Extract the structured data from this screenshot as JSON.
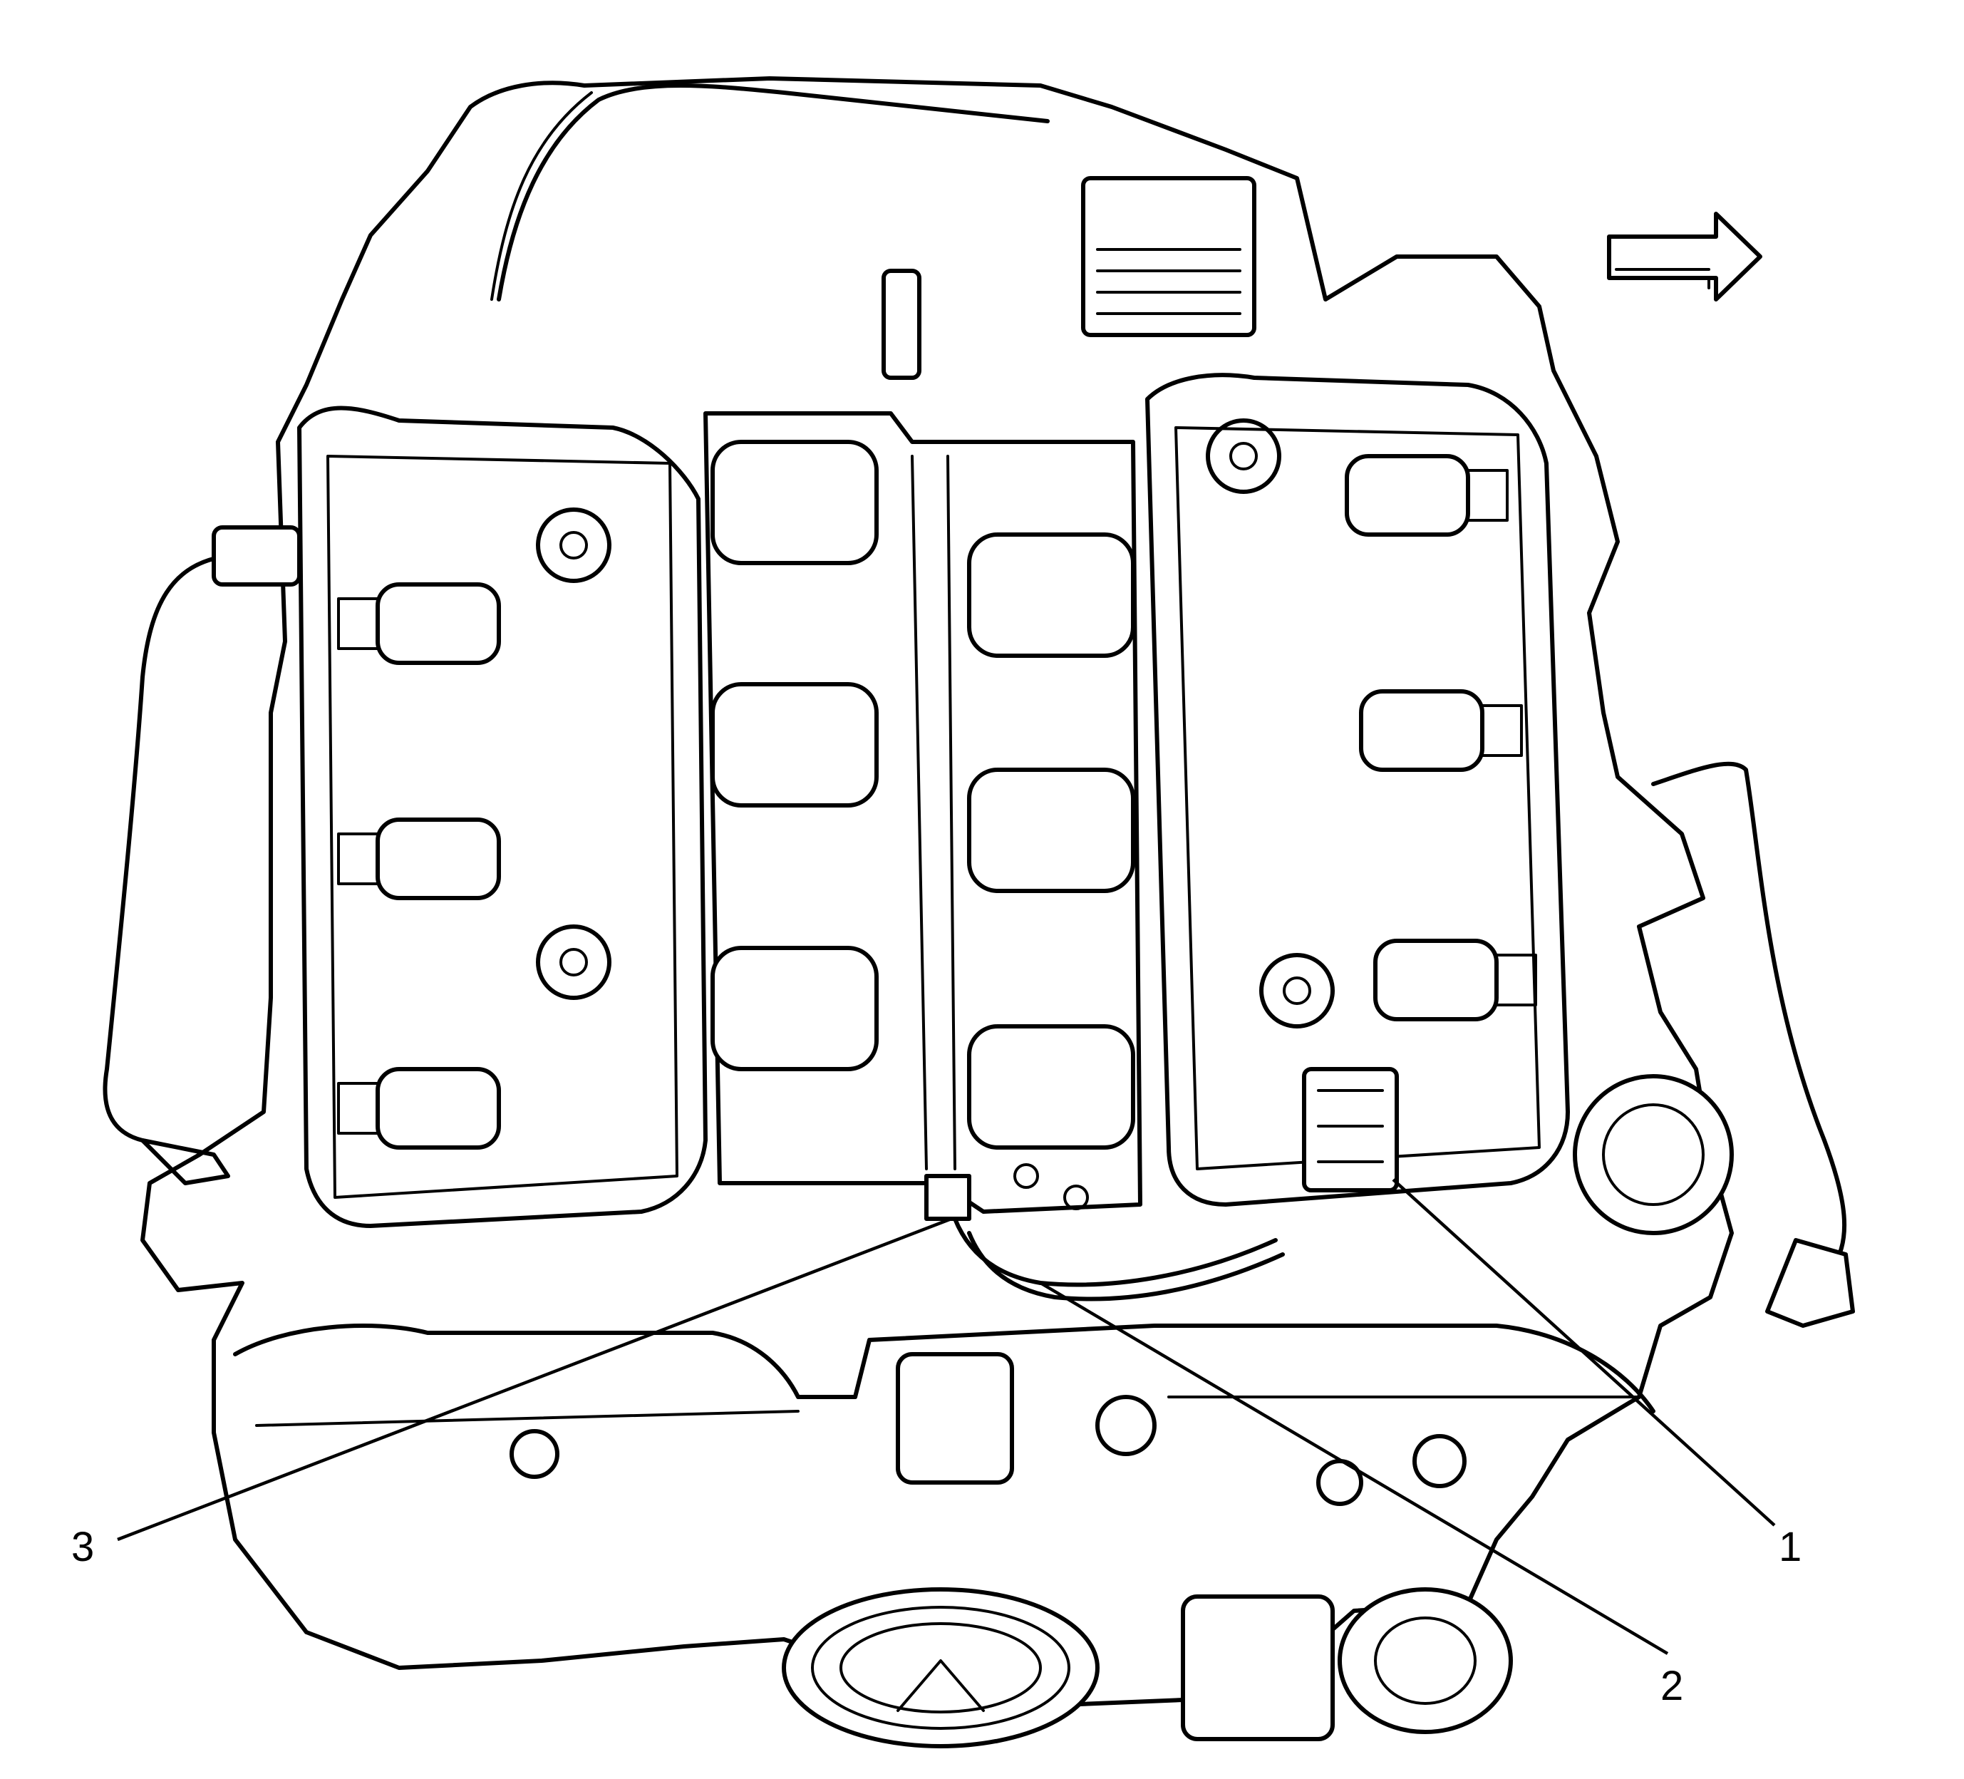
{
  "callouts": [
    {
      "label": "1"
    },
    {
      "label": "2"
    },
    {
      "label": "3"
    }
  ],
  "direction_arrow": {
    "icon": "direction-arrow-icon"
  }
}
